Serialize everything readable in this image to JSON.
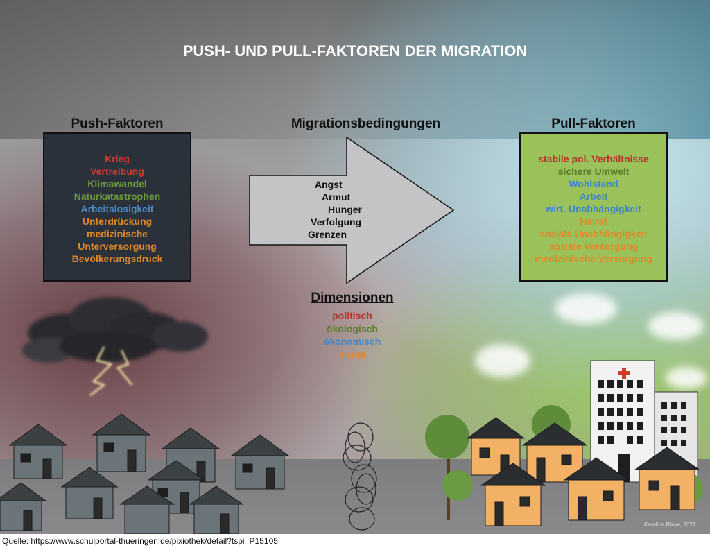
{
  "title": "PUSH- UND PULL-FAKTOREN DER MIGRATION",
  "push": {
    "heading": "Push-Faktoren",
    "items": [
      {
        "text": "Krieg",
        "color": "#cc3a2f"
      },
      {
        "text": "Vertreibung",
        "color": "#cc3a2f"
      },
      {
        "text": "Klimawandel",
        "color": "#6f9a3c"
      },
      {
        "text": "Naturkatastrophen",
        "color": "#6f9a3c"
      },
      {
        "text": "Arbeitslosigkeit",
        "color": "#4a8cc7"
      },
      {
        "text": "Unterdrückung",
        "color": "#e0892a"
      },
      {
        "text": "medizinische",
        "color": "#e0892a"
      },
      {
        "text": "Unterversorgung",
        "color": "#e0892a"
      },
      {
        "text": "Bevölkerungsdruck",
        "color": "#e0892a"
      }
    ]
  },
  "conditions": {
    "heading": "Migrationsbedingungen",
    "items": [
      "Angst",
      "Armut",
      "Hunger",
      "Verfolgung",
      "Grenzen"
    ]
  },
  "pull": {
    "heading": "Pull-Faktoren",
    "items": [
      {
        "text": "stabile pol. Verhältnisse",
        "color": "#b8342a"
      },
      {
        "text": "sichere Umwelt",
        "color": "#5a7f2c"
      },
      {
        "text": "Wohlstand",
        "color": "#3f86c6"
      },
      {
        "text": "Arbeit",
        "color": "#3f86c6"
      },
      {
        "text": "wirt. Unabhängigkeit",
        "color": "#3f86c6"
      },
      {
        "text": "Heirat",
        "color": "#e0892a"
      },
      {
        "text": "soziale Unabhängigkeit",
        "color": "#e0892a"
      },
      {
        "text": "soziale Versorgung",
        "color": "#e0892a"
      },
      {
        "text": "medizinische Versorgung",
        "color": "#e0892a"
      }
    ]
  },
  "dimensions": {
    "heading": "Dimensionen",
    "items": [
      {
        "text": "politisch",
        "color": "#b8342a"
      },
      {
        "text": "ökologisch",
        "color": "#5a7f2c"
      },
      {
        "text": "ökonomisch",
        "color": "#3f86c6"
      },
      {
        "text": "sozial",
        "color": "#e0892a"
      }
    ]
  },
  "credit": "Karolina Rinke, 2021",
  "source": "Quelle: https://www.schulportal-thueringen.de/pixiothek/detail?tspi=P15105"
}
